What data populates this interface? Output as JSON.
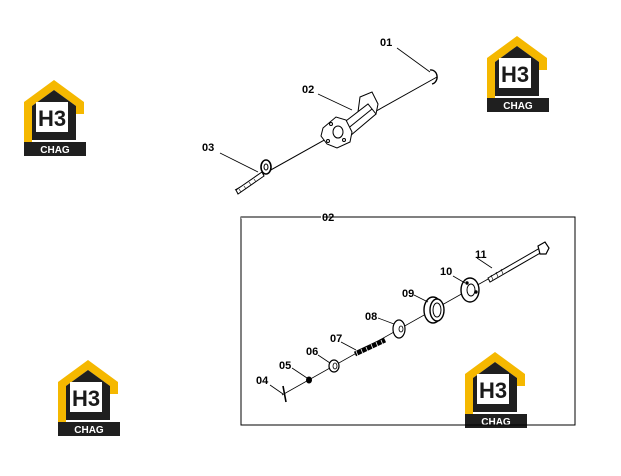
{
  "logo": {
    "mark": "H3",
    "word": "CHAG"
  },
  "callouts": {
    "p01": "01",
    "p02": "02",
    "p03": "03",
    "detail": "02",
    "p04": "04",
    "p05": "05",
    "p06": "06",
    "p07": "07",
    "p08": "08",
    "p09": "09",
    "p10": "10",
    "p11": "11"
  },
  "colors": {
    "logo_yellow": "#f5b800",
    "logo_dark": "#1f1f1f",
    "line": "#000000"
  }
}
